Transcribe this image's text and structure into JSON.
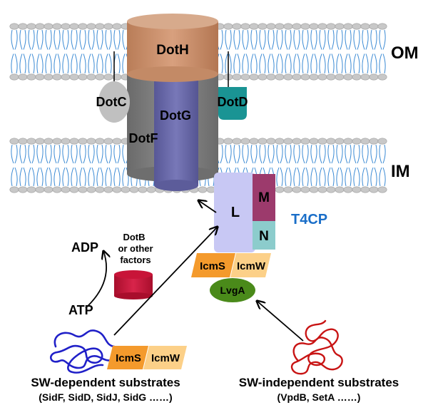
{
  "membranes": {
    "outer": "OM",
    "inner": "IM"
  },
  "complex": {
    "doth": "DotH",
    "dotc": "DotC",
    "dotd": "DotD",
    "dotg": "DotG",
    "dotf": "DotF"
  },
  "t4cp": {
    "label": "T4CP",
    "l": "L",
    "m": "M",
    "n": "N"
  },
  "chaperones": {
    "icms": "IcmS",
    "icmw": "IcmW",
    "lvga": "LvgA"
  },
  "energy": {
    "adp": "ADP",
    "atp": "ATP",
    "dotb_line1": "DotB",
    "dotb_line2": "or other",
    "dotb_line3": "factors"
  },
  "substrates": {
    "sw_dependent_title": "SW-dependent substrates",
    "sw_dependent_examples": "(SidF, SidD, SidJ, SidG ……)",
    "sw_independent_title": "SW-independent substrates",
    "sw_independent_examples": "(VpdB, SetA ……)",
    "complex_icms": "IcmS",
    "complex_icmw": "IcmW"
  },
  "colors": {
    "doth": "#c8906c",
    "dotg": "#6a6aa8",
    "dotf": "#7a7a7a",
    "dotc": "#c0c0c0",
    "dotd": "#1a9494",
    "t4cp_l": "#c8c8f4",
    "t4cp_m": "#9c3a6c",
    "t4cp_n": "#8ccccc",
    "t4cp_label": "#1a6ec8",
    "icms": "#f49a2c",
    "icmw": "#fcd088",
    "lvga": "#4a8a1a",
    "dotb": "#c81438",
    "membrane_tail": "#3a8ad4",
    "membrane_head": "#c8c8c8",
    "substrate_dep": "#2020c8",
    "substrate_indep": "#c81414"
  }
}
